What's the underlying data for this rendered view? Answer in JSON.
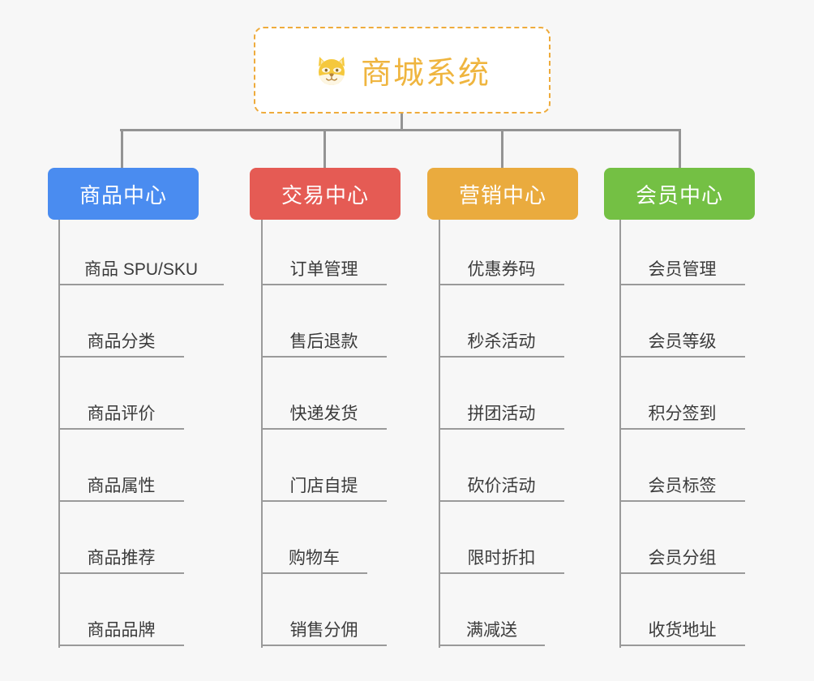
{
  "page": {
    "background_color": "#f7f7f7",
    "connector_color": "#949494",
    "leaf_text_color": "#3b3b3b"
  },
  "root": {
    "title": "商城系统",
    "icon": "shiba-dog-face-icon",
    "icon_glyph": "🐕",
    "text_color": "#efb53f",
    "border_color": "#eeab3c",
    "background_color": "#ffffff"
  },
  "branches": [
    {
      "label": "商品中心",
      "color": "#4a8cf0",
      "items": [
        "商品 SPU/SKU",
        "商品分类",
        "商品评价",
        "商品属性",
        "商品推荐",
        "商品品牌"
      ]
    },
    {
      "label": "交易中心",
      "color": "#e55b54",
      "items": [
        "订单管理",
        "售后退款",
        "快递发货",
        "门店自提",
        "购物车",
        "销售分佣"
      ]
    },
    {
      "label": "营销中心",
      "color": "#eaab3e",
      "items": [
        "优惠券码",
        "秒杀活动",
        "拼团活动",
        "砍价活动",
        "限时折扣",
        "满减送"
      ]
    },
    {
      "label": "会员中心",
      "color": "#74c044",
      "items": [
        "会员管理",
        "会员等级",
        "积分签到",
        "会员标签",
        "会员分组",
        "收货地址"
      ]
    }
  ]
}
